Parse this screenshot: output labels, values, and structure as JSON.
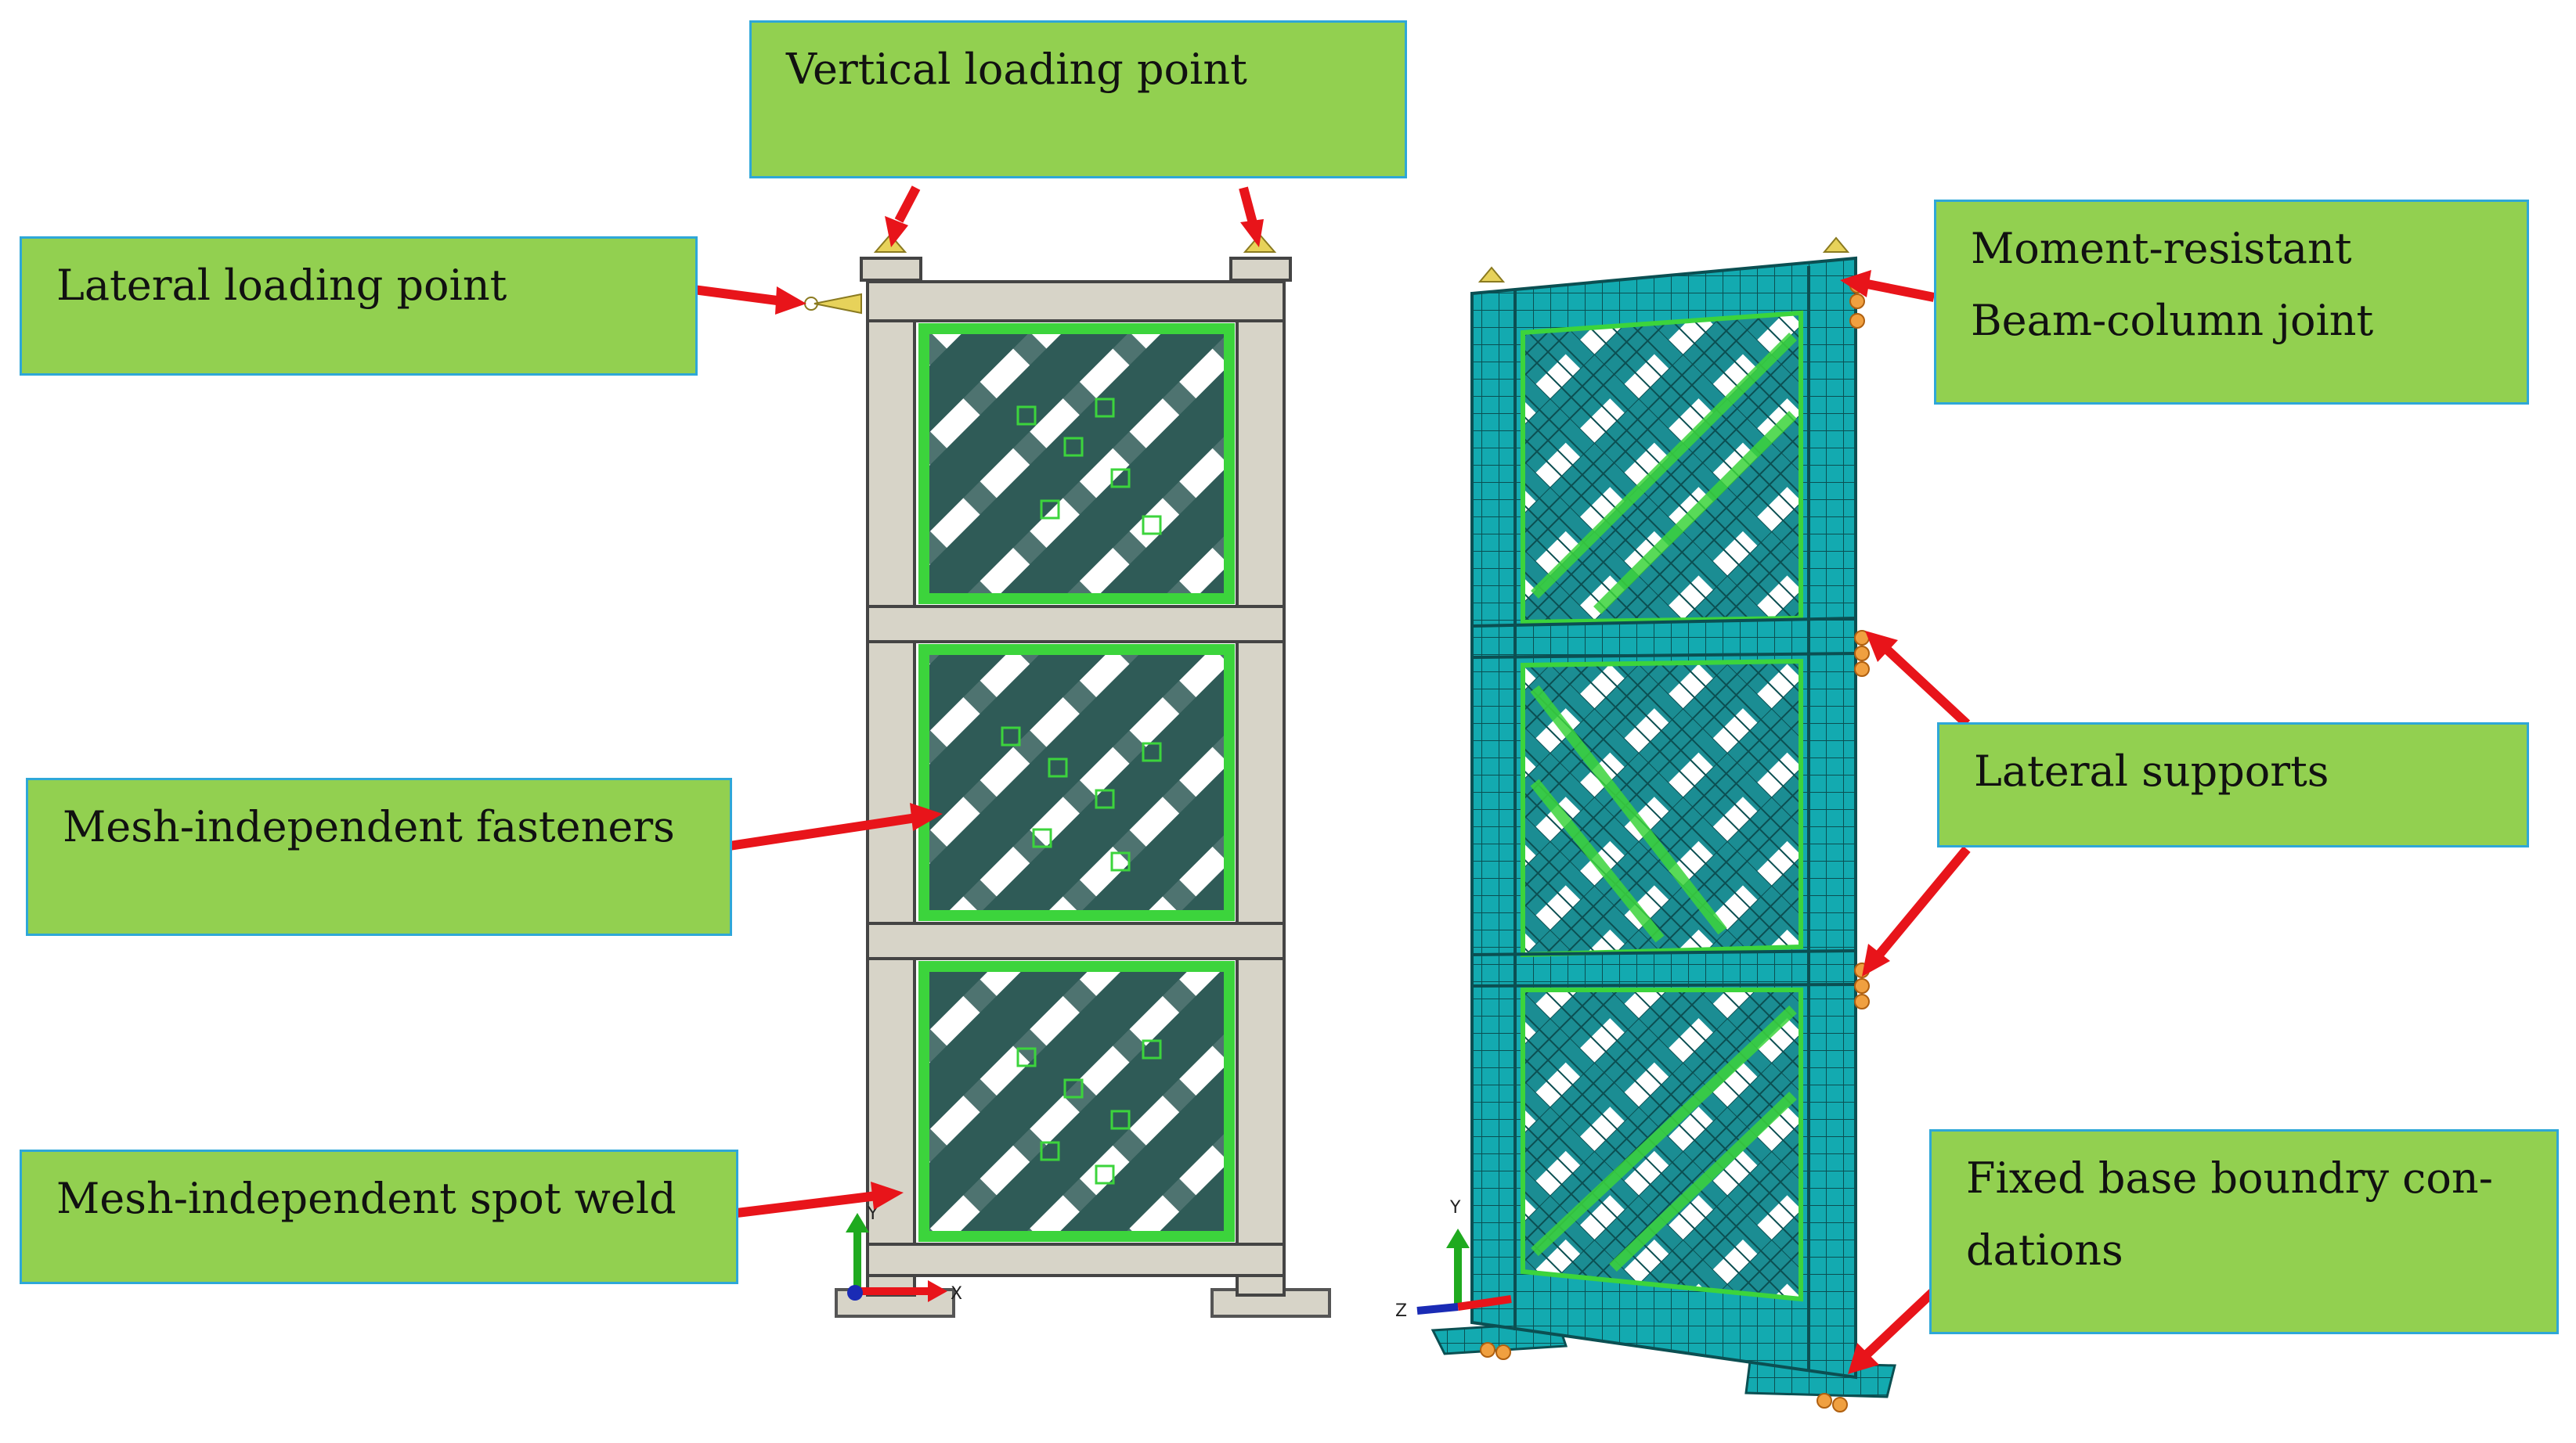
{
  "labels": {
    "vertical_loading": "Vertical loading point",
    "lateral_loading": "Lateral loading point",
    "moment_joint_line1": "Moment-resistant",
    "moment_joint_line2": "Beam-column joint",
    "fasteners": "Mesh-independent fasteners",
    "lateral_supports": "Lateral supports",
    "spot_weld": "Mesh-independent spot weld",
    "fixed_base_line1": "Fixed base boundry con-",
    "fixed_base_line2": "dations"
  },
  "axes": {
    "x": "X",
    "y": "Y",
    "z": "Z"
  },
  "colors": {
    "label_fill": "#92d050",
    "label_border": "#2ea7d8",
    "arrow": "#e8141a",
    "frame_gray": "#d7d4c8",
    "panel_dark": "#2f5b57",
    "mesh_cyan": "#13aab0",
    "mesh_line": "#0b4f52",
    "fastener_green": "#3cd43c"
  }
}
